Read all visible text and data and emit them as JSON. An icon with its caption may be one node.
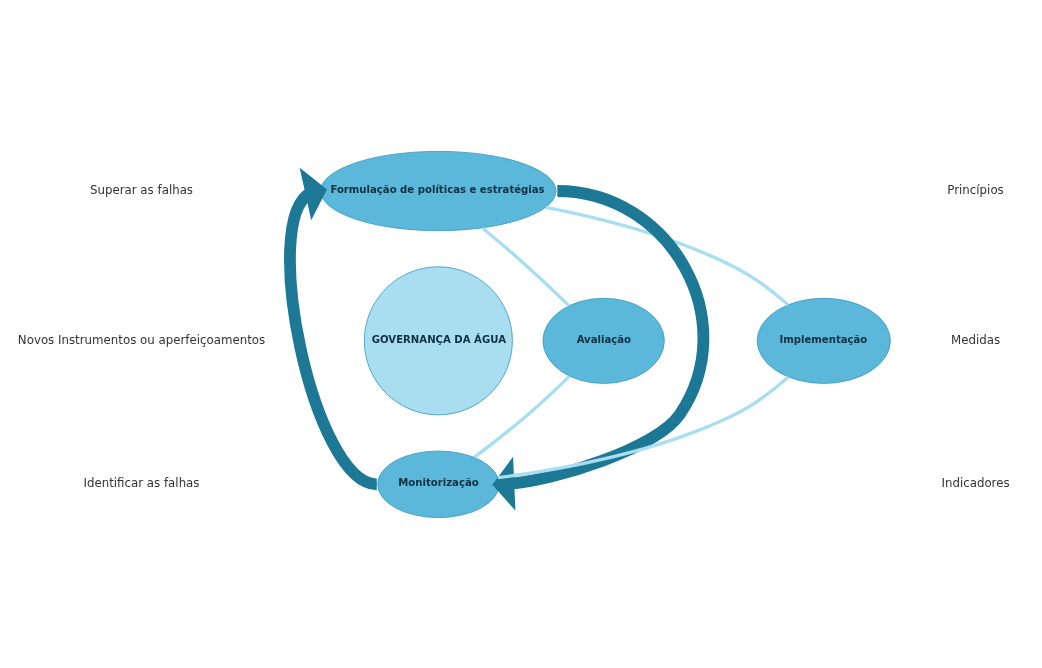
{
  "diagram": {
    "nodes": [
      {
        "text": [
          "Formulação de políticas e estratégias"
        ]
      },
      {
        "text": [
          "Avaliação"
        ]
      },
      {
        "text": [
          "GOVERNANÇA DA ÁGUA"
        ]
      },
      {
        "text": [
          "Implementação"
        ]
      },
      {
        "text": [
          "Monitorização"
        ]
      }
    ],
    "edges": [
      {
        "from": 0,
        "to": 3,
        "arrow": "none",
        "color": "#a8def0"
      },
      {
        "from": 3,
        "to": 4,
        "arrow": "none",
        "color": "#a8def0"
      },
      {
        "from": 4,
        "to": 1,
        "arrow": "none",
        "color": "#a8def0"
      },
      {
        "from": 1,
        "to": 0,
        "arrow": "none",
        "color": "#a8def0"
      },
      {
        "from": 0,
        "to": 4,
        "arrow": "to",
        "style": "thick",
        "color": "#1d7896"
      },
      {
        "from": 4,
        "to": 0,
        "arrow": "to",
        "style": "thick",
        "color": "#1d7896"
      }
    ],
    "labels": [
      "Superar as falhas",
      "Princípios",
      "Novos Instrumentos ou aperfeiçoamentos",
      "Medidas",
      "Identificar as falhas",
      "Indicadores"
    ]
  }
}
